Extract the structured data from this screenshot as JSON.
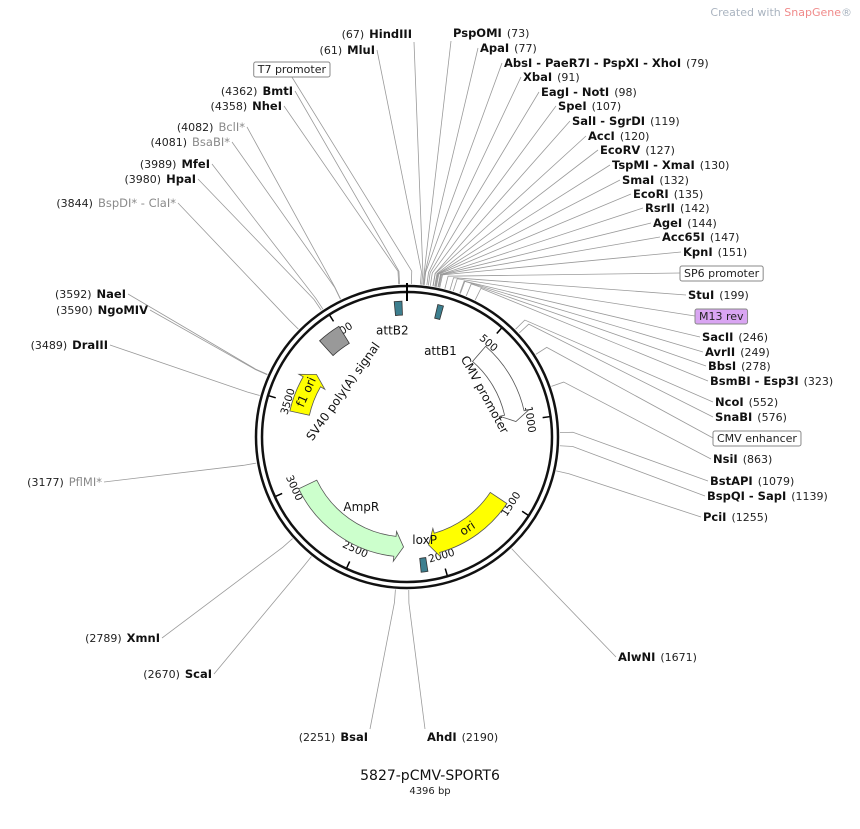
{
  "watermark": {
    "prefix": "Created with ",
    "brand": "SnapGene",
    "mark": "®"
  },
  "plasmid": {
    "name": "5827-pCMV-SPORT6",
    "size_label": "4396 bp",
    "length": 4396
  },
  "ticks": [
    {
      "pos": 500,
      "label": "500"
    },
    {
      "pos": 1000,
      "label": "1000"
    },
    {
      "pos": 1500,
      "label": "1500"
    },
    {
      "pos": 2000,
      "label": "2000"
    },
    {
      "pos": 2500,
      "label": "2500"
    },
    {
      "pos": 3000,
      "label": "3000"
    },
    {
      "pos": 3500,
      "label": "3500"
    },
    {
      "pos": 4000,
      "label": "4000"
    }
  ],
  "features": [
    {
      "name": "CMV promoter",
      "start": 500,
      "end": 1000,
      "color": "#ffffff"
    },
    {
      "name": "ori",
      "start": 1510,
      "end": 2060,
      "color": "#ffff00"
    },
    {
      "name": "AmpR",
      "start": 2220,
      "end": 2985,
      "color": "#ccffcc"
    },
    {
      "name": "f1 ori",
      "start": 3450,
      "end": 3720,
      "color": "#ffff00"
    },
    {
      "name": "SV40 poly(A) signal",
      "start": 3880,
      "end": 4010,
      "color": "#999999"
    },
    {
      "name": "attB2",
      "start": 4330,
      "end": 4370,
      "color": "#3d7f8f"
    },
    {
      "name": "attB1",
      "start": 160,
      "end": 190,
      "color": "#3d7f8f"
    },
    {
      "name": "loxP",
      "start": 2090,
      "end": 2125,
      "color": "#3d7f8f"
    }
  ],
  "sites": [
    {
      "name": "HindIII",
      "pos": "(67)",
      "nonunique": false
    },
    {
      "name": "MluI",
      "pos": "(61)",
      "nonunique": false
    },
    {
      "name": "T7 promoter",
      "pos": "",
      "boxed": true
    },
    {
      "name": "BmtI",
      "pos": "(4362)",
      "nonunique": false
    },
    {
      "name": "NheI",
      "pos": "(4358)",
      "nonunique": false
    },
    {
      "name": "BclI*",
      "pos": "(4082)",
      "nonunique": true
    },
    {
      "name": "BsaBI*",
      "pos": "(4081)",
      "nonunique": true
    },
    {
      "name": "MfeI",
      "pos": "(3989)",
      "nonunique": false
    },
    {
      "name": "HpaI",
      "pos": "(3980)",
      "nonunique": false
    },
    {
      "name": "BspDI* - ClaI*",
      "pos": "(3844)",
      "nonunique": true
    },
    {
      "name": "NaeI",
      "pos": "(3592)",
      "nonunique": false
    },
    {
      "name": "NgoMIV",
      "pos": "(3590)",
      "nonunique": false
    },
    {
      "name": "DraIII",
      "pos": "(3489)",
      "nonunique": false
    },
    {
      "name": "PflMI*",
      "pos": "(3177)",
      "nonunique": true
    },
    {
      "name": "XmnI",
      "pos": "(2789)",
      "nonunique": false
    },
    {
      "name": "ScaI",
      "pos": "(2670)",
      "nonunique": false
    },
    {
      "name": "BsaI",
      "pos": "(2251)",
      "nonunique": false
    },
    {
      "name": "AhdI",
      "pos": "(2190)",
      "nonunique": false
    },
    {
      "name": "AlwNI",
      "pos": "(1671)",
      "nonunique": false
    },
    {
      "name": "PciI",
      "pos": "(1255)",
      "nonunique": false
    },
    {
      "name": "BspQI - SapI",
      "pos": "(1139)",
      "nonunique": false
    },
    {
      "name": "BstAPI",
      "pos": "(1079)",
      "nonunique": false
    },
    {
      "name": "NsiI",
      "pos": "(863)",
      "nonunique": false
    },
    {
      "name": "CMV enhancer",
      "pos": "",
      "boxed": true
    },
    {
      "name": "SnaBI",
      "pos": "(576)",
      "nonunique": false
    },
    {
      "name": "NcoI",
      "pos": "(552)",
      "nonunique": false
    },
    {
      "name": "BsmBI - Esp3I",
      "pos": "(323)",
      "nonunique": false
    },
    {
      "name": "BbsI",
      "pos": "(278)",
      "nonunique": false
    },
    {
      "name": "AvrII",
      "pos": "(249)",
      "nonunique": false
    },
    {
      "name": "SacII",
      "pos": "(246)",
      "nonunique": false
    },
    {
      "name": "M13 rev",
      "pos": "",
      "boxed": true,
      "highlight": true
    },
    {
      "name": "StuI",
      "pos": "(199)",
      "nonunique": false
    },
    {
      "name": "SP6 promoter",
      "pos": "",
      "boxed": true
    },
    {
      "name": "KpnI",
      "pos": "(151)",
      "nonunique": false
    },
    {
      "name": "Acc65I",
      "pos": "(147)",
      "nonunique": false
    },
    {
      "name": "AgeI",
      "pos": "(144)",
      "nonunique": false
    },
    {
      "name": "RsrII",
      "pos": "(142)",
      "nonunique": false
    },
    {
      "name": "EcoRI",
      "pos": "(135)",
      "nonunique": false
    },
    {
      "name": "SmaI",
      "pos": "(132)",
      "nonunique": false
    },
    {
      "name": "TspMI - XmaI",
      "pos": "(130)",
      "nonunique": false
    },
    {
      "name": "EcoRV",
      "pos": "(127)",
      "nonunique": false
    },
    {
      "name": "AccI",
      "pos": "(120)",
      "nonunique": false
    },
    {
      "name": "SalI - SgrDI",
      "pos": "(119)",
      "nonunique": false
    },
    {
      "name": "SpeI",
      "pos": "(107)",
      "nonunique": false
    },
    {
      "name": "EagI - NotI",
      "pos": "(98)",
      "nonunique": false
    },
    {
      "name": "XbaI",
      "pos": "(91)",
      "nonunique": false
    },
    {
      "name": "AbsI - PaeR7I - PspXI - XhoI",
      "pos": "(79)",
      "nonunique": false
    },
    {
      "name": "ApaI",
      "pos": "(77)",
      "nonunique": false
    },
    {
      "name": "PspOMI",
      "pos": "(73)",
      "nonunique": false
    }
  ],
  "colors": {
    "backbone": "#111111",
    "leader": "#9a9a9a",
    "nonunique": "#8a8a8a",
    "m13_box": "#d9a5f2"
  }
}
